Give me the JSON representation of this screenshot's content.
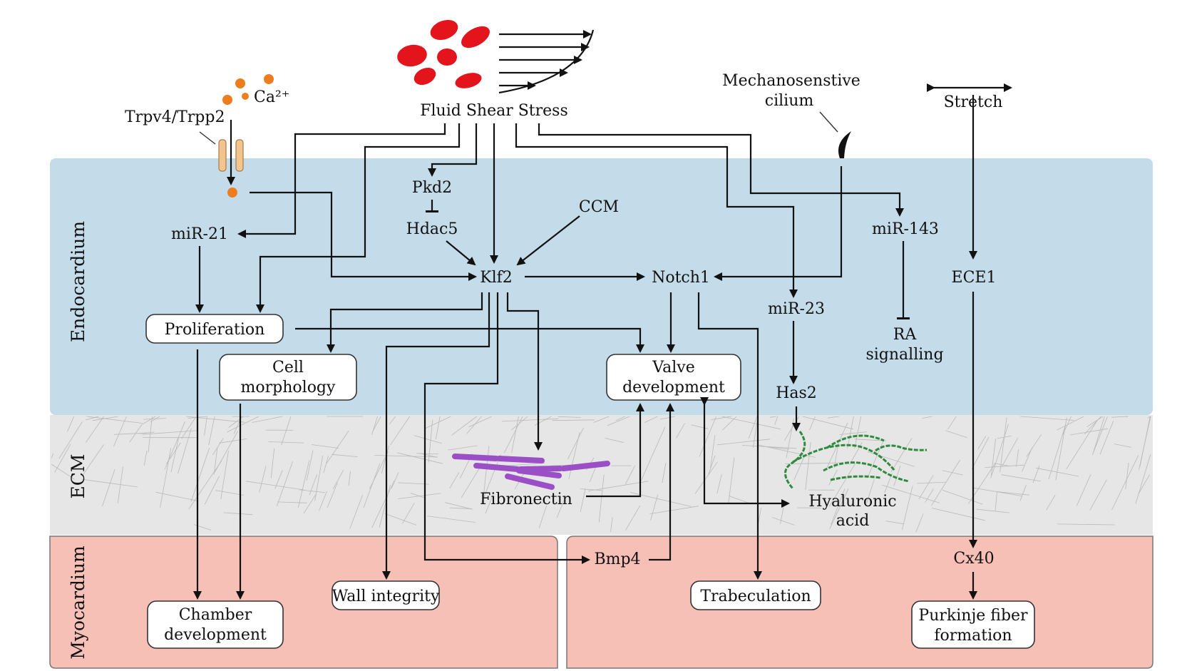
{
  "zones": {
    "endocardium": "Endocardium",
    "ecm": "ECM",
    "myocardium": "Myocardium"
  },
  "stimuli": {
    "fluid_shear_stress": "Fluid Shear Stress",
    "calcium": "Ca²⁺",
    "channel": "Trpv4/Trpp2",
    "cilium_line1": "Mechanosenstive",
    "cilium_line2": "cilium",
    "stretch": "Stretch"
  },
  "nodes": {
    "pkd2": "Pkd2",
    "hdac5": "Hdac5",
    "ccm": "CCM",
    "mir21": "miR-21",
    "klf2": "Klf2",
    "notch1": "Notch1",
    "mir143": "miR-143",
    "ece1": "ECE1",
    "mir23": "miR-23",
    "has2": "Has2",
    "fibronectin": "Fibronectin",
    "hyaluronic_line1": "Hyaluronic",
    "hyaluronic_line2": "acid",
    "bmp4": "Bmp4",
    "cx40": "Cx40"
  },
  "outcomes": {
    "proliferation": "Proliferation",
    "cell_morphology_line1": "Cell",
    "cell_morphology_line2": "morphology",
    "valve_dev_line1": "Valve",
    "valve_dev_line2": "development",
    "ra_line1": "RA",
    "ra_line2": "signalling",
    "chamber_line1": "Chamber",
    "chamber_line2": "development",
    "wall_integrity": "Wall integrity",
    "trabeculation": "Trabeculation",
    "purkinje_line1": "Purkinje fiber",
    "purkinje_line2": "formation"
  },
  "colors": {
    "endocardium": "#c4dcea",
    "ecm": "#e6e6e6",
    "myocardium": "#f7c0b6",
    "blood_cell": "#e3141b",
    "calcium": "#ee7d1e",
    "channel": "#f2c48e",
    "fibronectin": "#9b4fc6",
    "hyaluronic": "#2e8b3d"
  }
}
